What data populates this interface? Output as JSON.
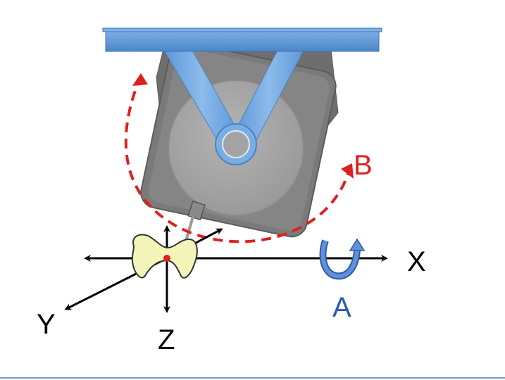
{
  "labels": {
    "x": "X",
    "y": "Y",
    "z": "Z",
    "a": "A",
    "b": "B"
  },
  "colors": {
    "rail": "#5b95d6",
    "arm": "#6aa3dc",
    "head_dark": "#6b6b6b",
    "head_mid": "#8c8c8c",
    "disc": "#a5a5a5",
    "b_axis": "#e02020",
    "a_axis": "#2e5aac",
    "tooth": "#f3f5b8",
    "origin": "#e02020"
  }
}
